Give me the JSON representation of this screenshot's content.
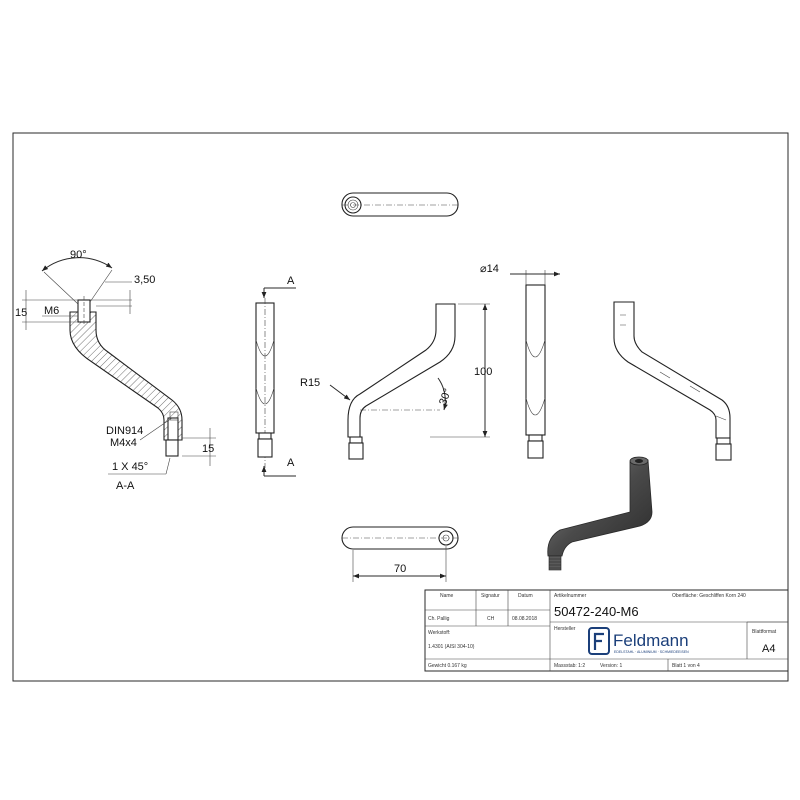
{
  "section_view": {
    "angle_label": "90°",
    "chamfer_width": "3,50",
    "thread_top_depth": "15",
    "thread_top": "M6",
    "setscrew_line1": "DIN914",
    "setscrew_line2": "M4x4",
    "chamfer_label": "1 X 45°",
    "pin_length": "15",
    "section_label": "A-A"
  },
  "front_view": {
    "section_mark_top": "A",
    "section_mark_bottom": "A"
  },
  "side_view": {
    "radius_label": "R15",
    "bend_angle": "30°",
    "height": "100"
  },
  "end_view": {
    "diameter_label": "⌀14"
  },
  "bottom_view": {
    "length_label": "70"
  },
  "title_block": {
    "h_name": "Name",
    "h_signature": "Signatur",
    "h_date": "Datum",
    "drawn_name": "Ch. Pallig",
    "drawn_sig": "CH",
    "drawn_date": "08.08.2018",
    "material_label": "Werkstoff:",
    "material": "1.4301 (AISI 304-10)",
    "weight": "Gewicht 0.167 kg",
    "article_label": "Artikelnummer",
    "surface": "Oberfläche: Geschliffen Korn 240",
    "article_number": "50472-240-M6",
    "maker_label": "Hersteller",
    "logo_text": "Feldmann",
    "logo_sub": "EDELSTAHL · ALUMINIUM · SCHMIEDEEISEN",
    "scale": "Massstab: 1:2",
    "version": "Version: 1",
    "sheet": "Blatt 1 von 4",
    "format_label": "Blattformat",
    "format": "A4"
  }
}
